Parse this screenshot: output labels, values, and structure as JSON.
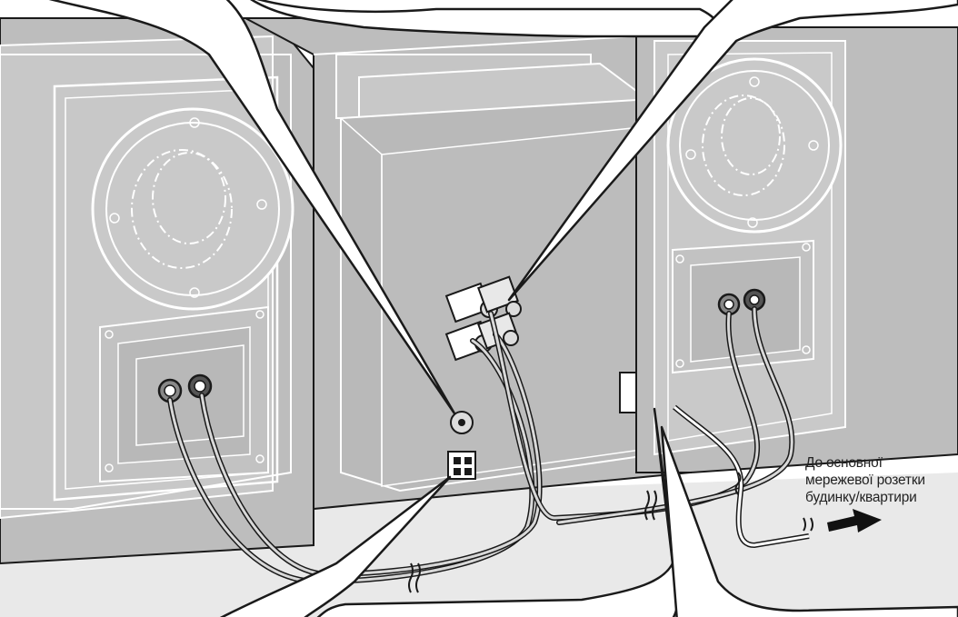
{
  "caption": {
    "line1": "До основної",
    "line2": "мережевої розетки",
    "line3": "будинку/квартири"
  },
  "colors": {
    "unit": "#bdbdbd",
    "panel": "#c9c9c9",
    "outline": "#1a1a1a",
    "callout": "#ffffff"
  }
}
